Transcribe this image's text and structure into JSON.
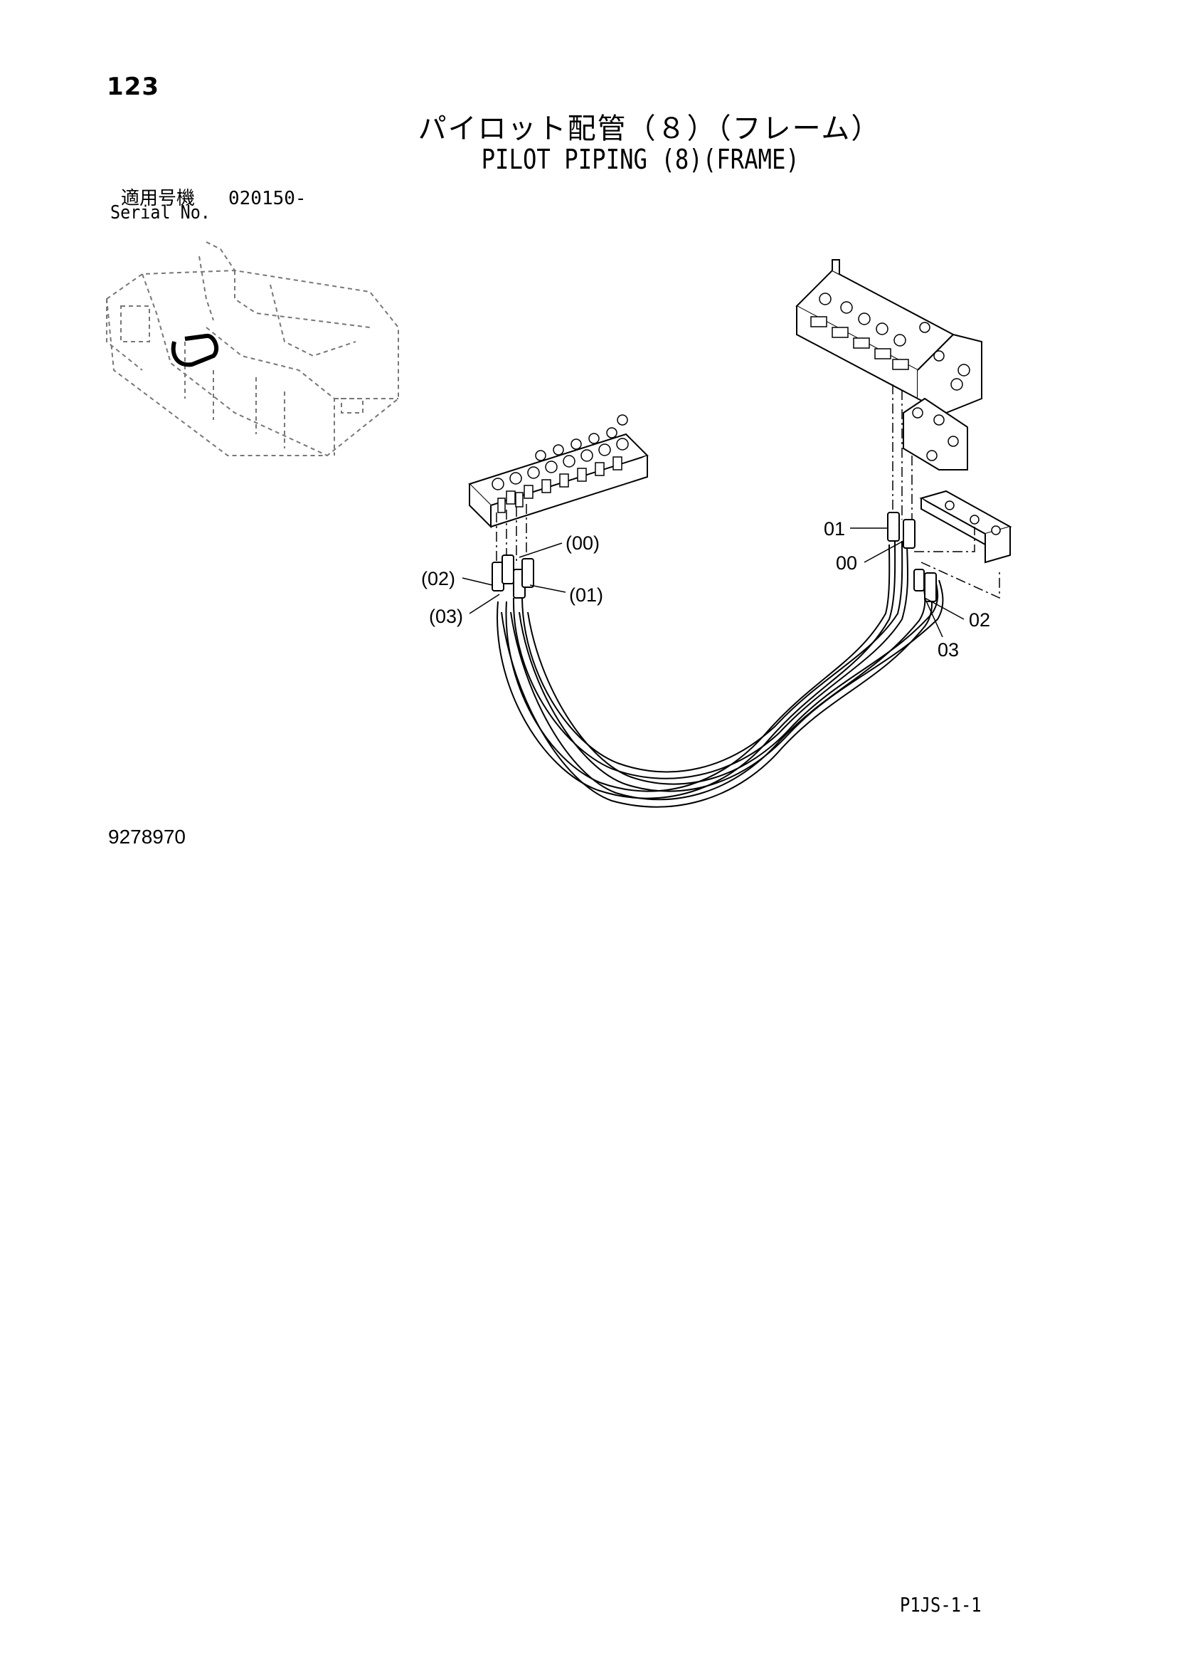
{
  "header": {
    "page_number": "123",
    "title_jp": "パイロット配管（８）（フレーム）",
    "title_en": "PILOT PIPING (8)(FRAME)"
  },
  "serial": {
    "label_jp": "適用号機",
    "value": "020150-",
    "label_en": "Serial No."
  },
  "diagram": {
    "figure_number": "9278970",
    "callouts_left": [
      "(00)",
      "(02)",
      "(01)",
      "(03)"
    ],
    "callouts_right": [
      "01",
      "00",
      "02",
      "03"
    ]
  },
  "footer": {
    "page_code": "P1JS-1-1"
  }
}
